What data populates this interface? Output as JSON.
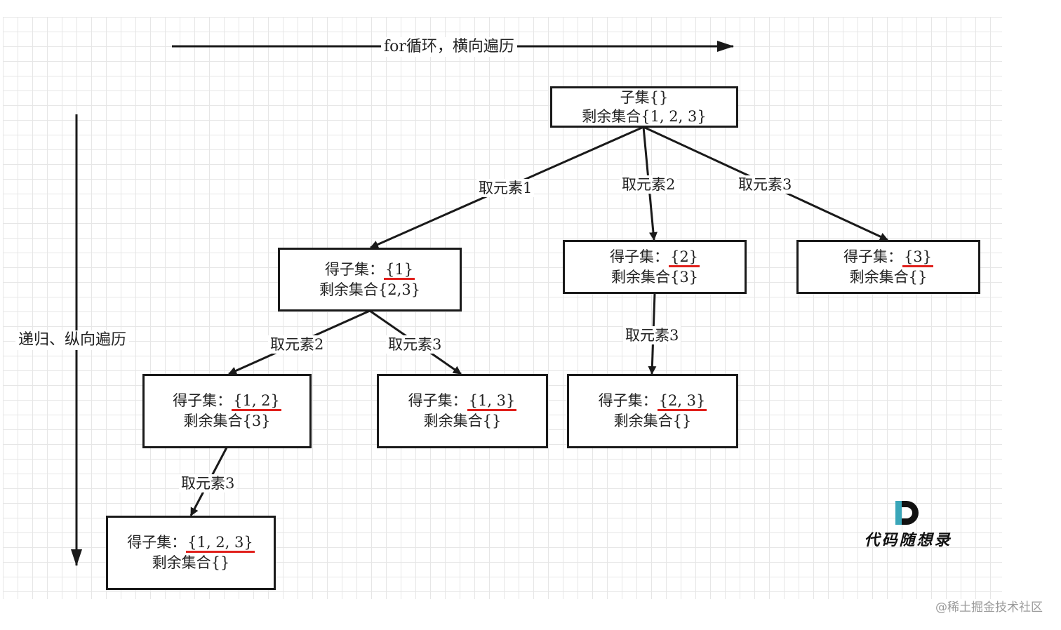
{
  "axes": {
    "horizontal": "for循环，横向遍历",
    "vertical": "递归、纵向遍历"
  },
  "root": {
    "line1": "子集{}",
    "line2": "剩余集合{1, 2, 3}"
  },
  "nodes": {
    "n1": {
      "prefix": "得子集：",
      "subset": "{1}",
      "rest": "剩余集合{2,3}"
    },
    "n2": {
      "prefix": "得子集：",
      "subset": "{2}",
      "rest": "剩余集合{3}"
    },
    "n3": {
      "prefix": "得子集：",
      "subset": "{3}",
      "rest": "剩余集合{}"
    },
    "n12": {
      "prefix": "得子集：",
      "subset": "{1, 2}",
      "rest": "剩余集合{3}"
    },
    "n13": {
      "prefix": "得子集：",
      "subset": "{1, 3}",
      "rest": "剩余集合{}"
    },
    "n23": {
      "prefix": "得子集：",
      "subset": "{2, 3}",
      "rest": "剩余集合{}"
    },
    "n123": {
      "prefix": "得子集：",
      "subset": "{1, 2, 3}",
      "rest": "剩余集合{}"
    }
  },
  "edges": {
    "root_n1": "取元素1",
    "root_n2": "取元素2",
    "root_n3": "取元素3",
    "n1_n12": "取元素2",
    "n1_n13": "取元素3",
    "n2_n23": "取元素3",
    "n12_n123": "取元素3"
  },
  "logo": {
    "text": "代码随想录"
  },
  "watermark": "@稀土掘金技术社区",
  "colors": {
    "highlight": "#e0201c",
    "stroke": "#1a1a1a"
  }
}
